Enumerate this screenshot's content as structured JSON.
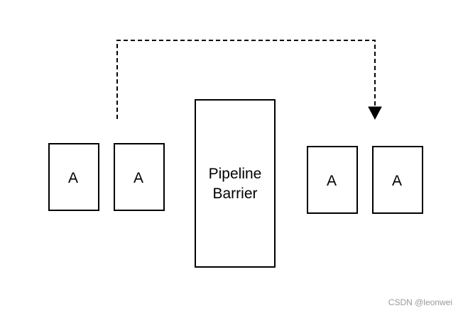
{
  "diagram": {
    "nodes": {
      "a1": "A",
      "a2": "A",
      "barrier_line1": "Pipeline",
      "barrier_line2": "Barrier",
      "a3": "A",
      "a4": "A"
    },
    "connector": {
      "from": "a2",
      "to": "a4",
      "style": "dashed"
    },
    "colors": {
      "stroke": "#000000",
      "fill": "#ffffff",
      "watermark": "#999999"
    }
  },
  "watermark": "CSDN @leonwei"
}
